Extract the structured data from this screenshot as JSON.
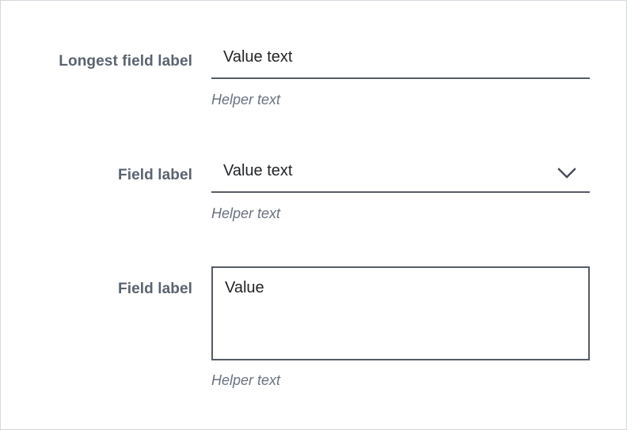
{
  "frame": {
    "background_color": "#ffffff",
    "border_color": "#d3d8de"
  },
  "theme": {
    "label_color": "#5a6370",
    "value_color": "#222426",
    "helper_color": "#6b7280",
    "input_line_color": "#565c66",
    "border_color": "#565c66"
  },
  "fields": [
    {
      "type": "text",
      "label": "Longest field label",
      "value": "Value text",
      "placeholder": "Value text",
      "helper": "Helper text"
    },
    {
      "type": "select",
      "label": "Field label",
      "value": "Value text",
      "placeholder": "Value text",
      "helper": "Helper text",
      "icon": "chevron-down-icon",
      "options": [
        "Value text"
      ]
    },
    {
      "type": "textarea",
      "label": "Field label",
      "value": "Value",
      "placeholder": "Value",
      "helper": "Helper text"
    }
  ]
}
